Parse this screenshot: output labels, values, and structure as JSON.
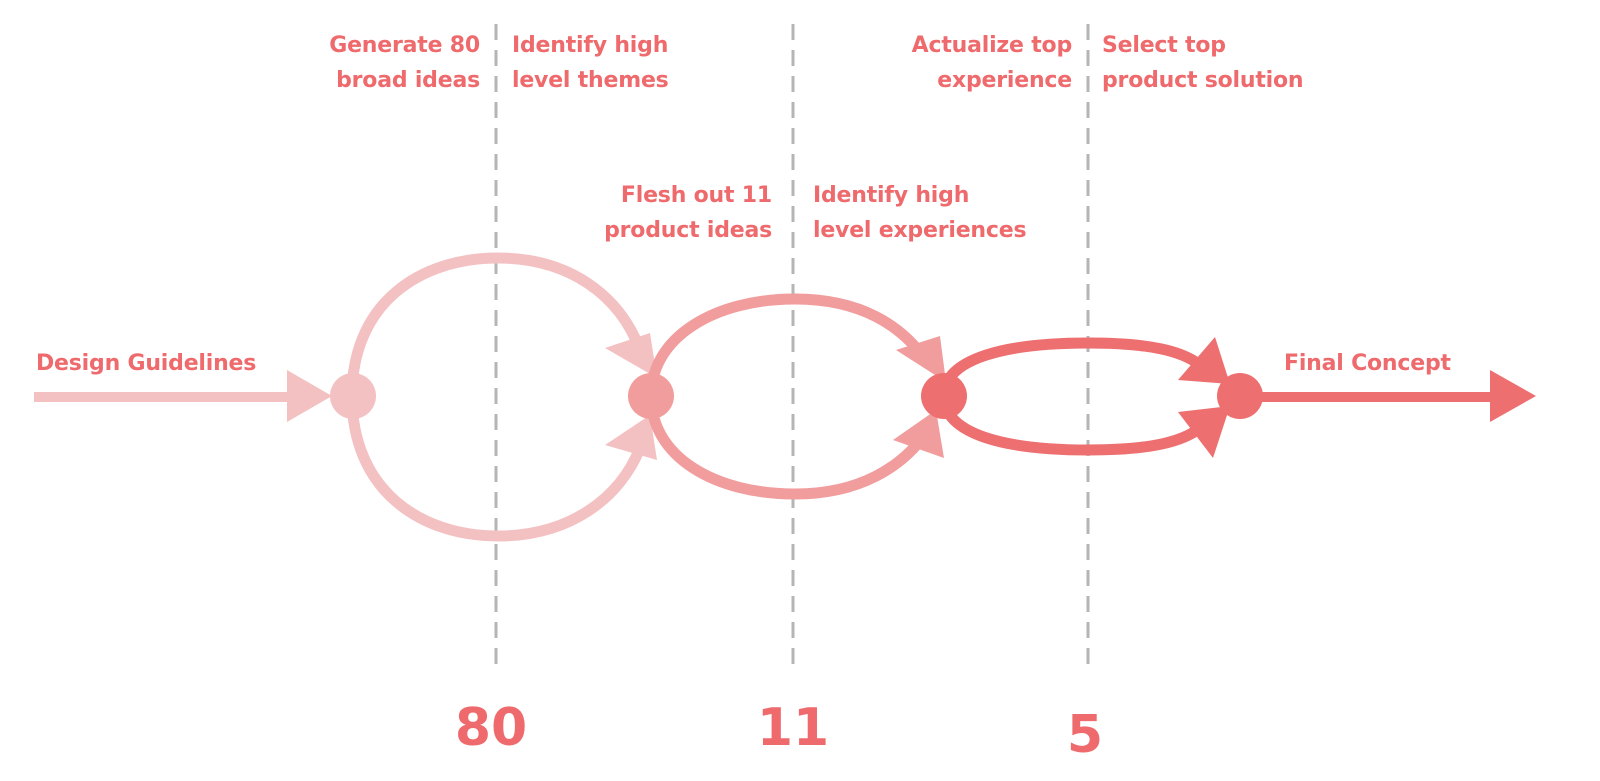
{
  "colors": {
    "stage1": "#f4c1c3",
    "stage2": "#f19d9e",
    "stage3": "#ee6f70",
    "text": "#ee6a6c",
    "divider": "#b5b5b5"
  },
  "labels": {
    "design_guidelines": "Design Guidelines",
    "final_concept": "Final Concept",
    "generate_ideas": [
      "Generate 80",
      "broad ideas"
    ],
    "identify_themes": [
      "Identify high",
      "level themes"
    ],
    "flesh_out": [
      "Flesh out 11",
      "product ideas"
    ],
    "identify_experiences": [
      "Identify high",
      "level experiences"
    ],
    "actualize": [
      "Actualize top",
      "experience"
    ],
    "select_solution": [
      "Select top",
      "product solution"
    ]
  },
  "counts": [
    "80",
    "11",
    "5"
  ]
}
